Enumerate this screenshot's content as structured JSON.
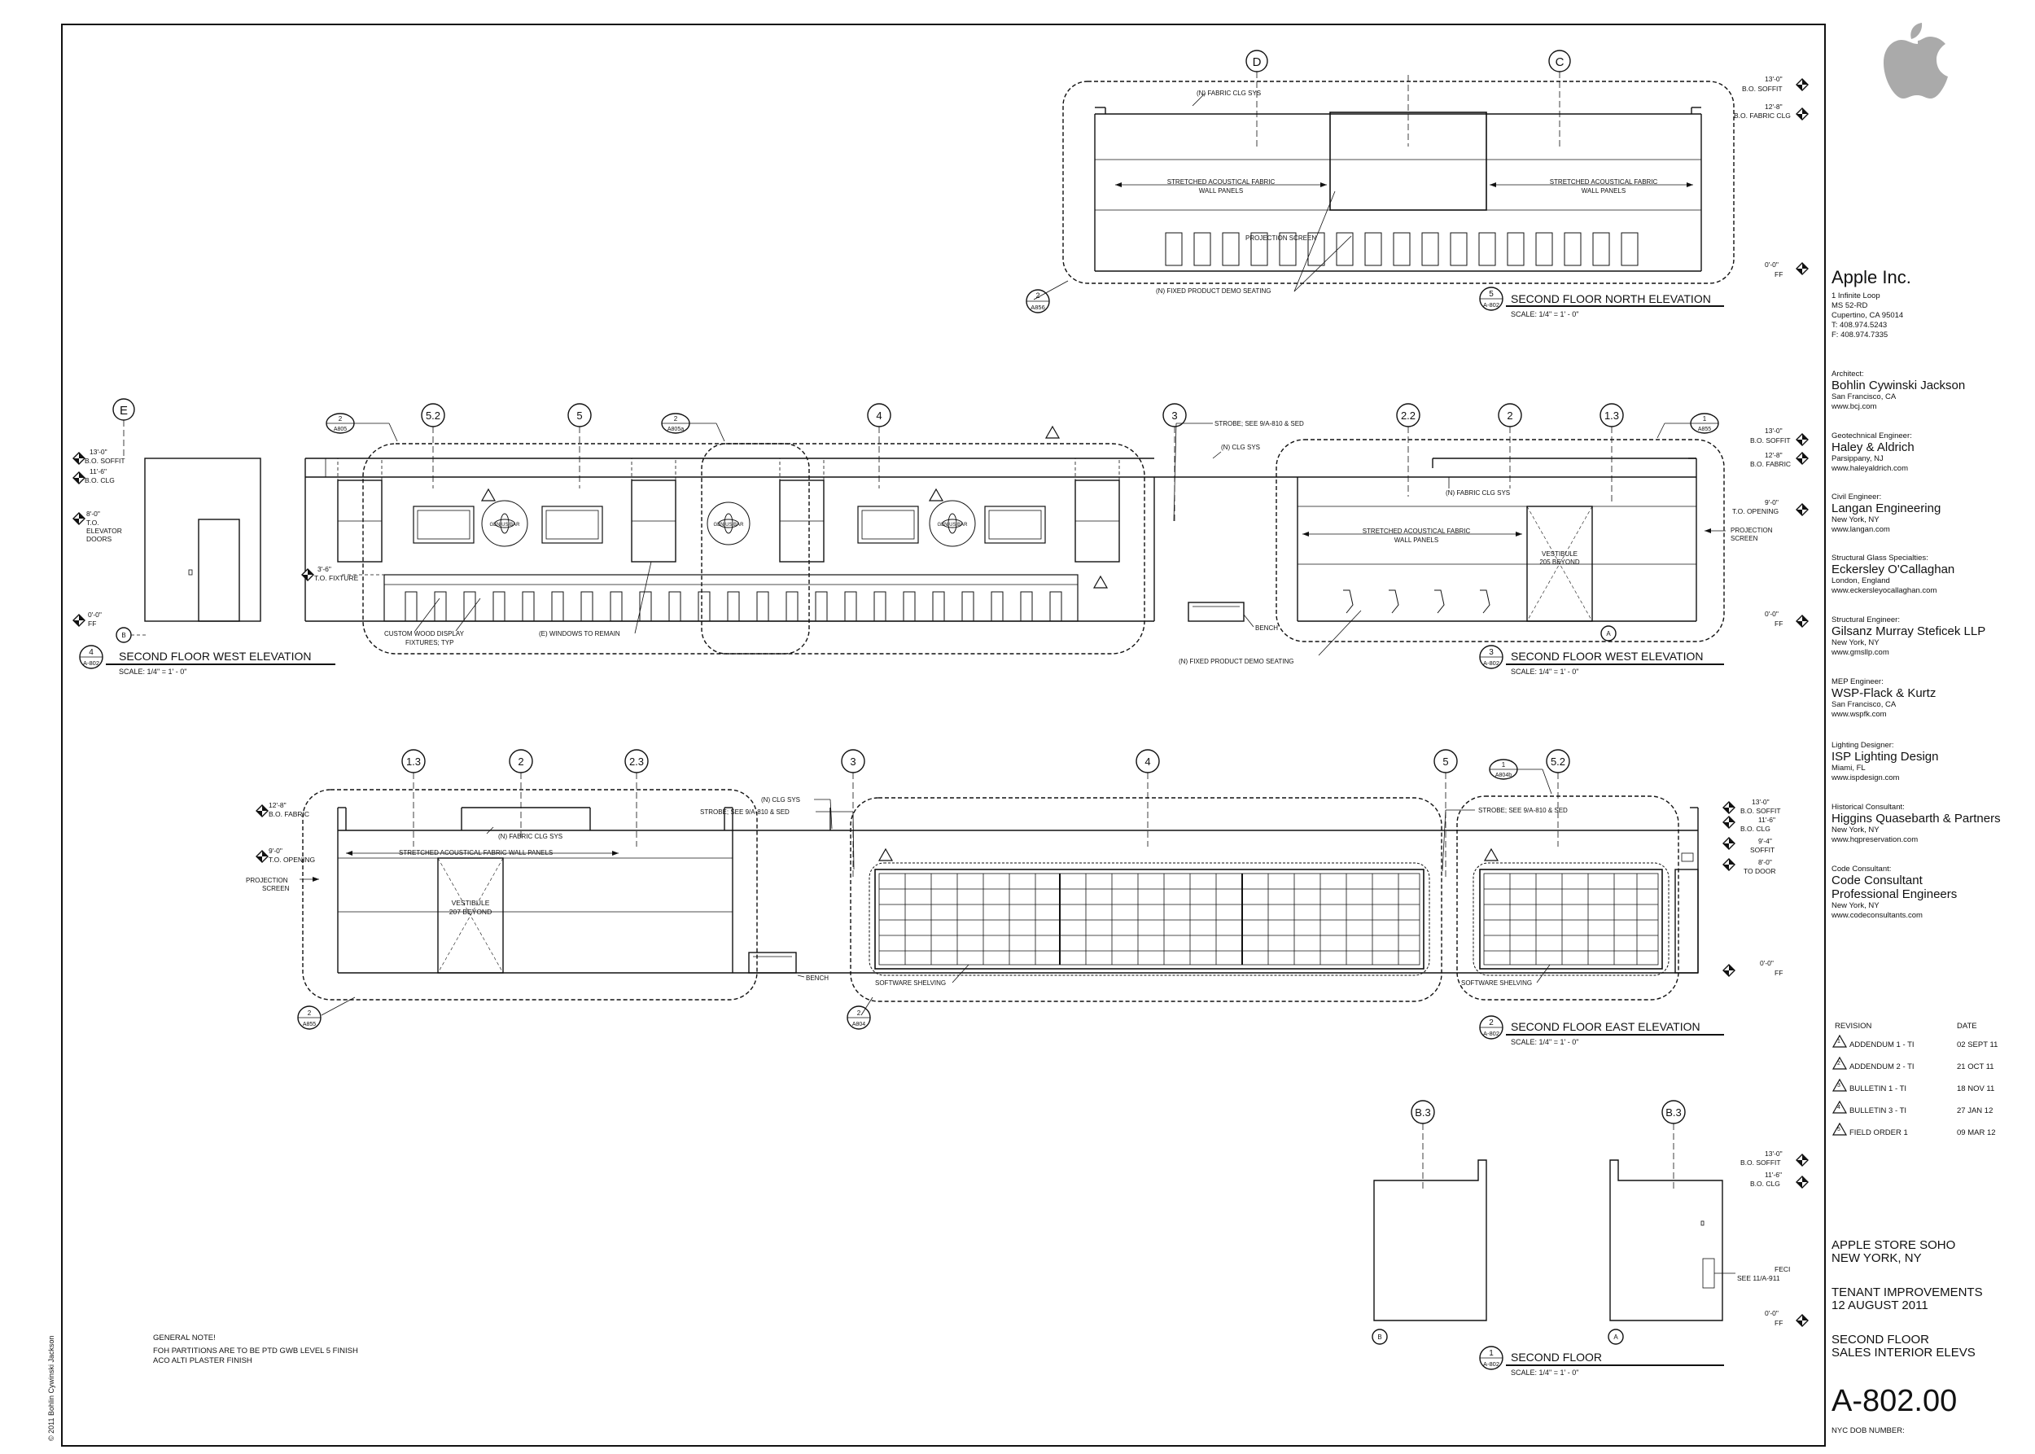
{
  "copyright": "© 2011 Bohlin Cywinski Jackson",
  "general_note": {
    "title": "GENERAL NOTE!",
    "lines": [
      "FOH PARTITIONS ARE TO BE PTD GWB LEVEL 5 FINISH",
      "ACO ALTI PLASTER FINISH"
    ]
  },
  "logo": "apple-logo-icon",
  "owner": {
    "name": "Apple Inc.",
    "lines": [
      "1 Infinite Loop",
      "MS 52-RD",
      "Cupertino, CA 95014",
      "T: 408.974.5243",
      "F: 408.974.7335"
    ]
  },
  "consultants": [
    {
      "role": "Architect:",
      "firm": [
        "Bohlin Cywinski Jackson"
      ],
      "city": "San Francisco, CA",
      "web": "www.bcj.com"
    },
    {
      "role": "Geotechnical Engineer:",
      "firm": [
        "Haley & Aldrich"
      ],
      "city": "Parsippany, NJ",
      "web": "www.haleyaldrich.com"
    },
    {
      "role": "Civil Engineer:",
      "firm": [
        "Langan Engineering"
      ],
      "city": "New York, NY",
      "web": "www.langan.com"
    },
    {
      "role": "Structural Glass Specialties:",
      "firm": [
        "Eckersley O'Callaghan"
      ],
      "city": "London, England",
      "web": "www.eckersleyocallaghan.com"
    },
    {
      "role": "Structural Engineer:",
      "firm": [
        "Gilsanz Murray Steficek LLP"
      ],
      "city": "New York, NY",
      "web": "www.gmsllp.com"
    },
    {
      "role": "MEP Engineer:",
      "firm": [
        "WSP-Flack & Kurtz"
      ],
      "city": "San Francisco, CA",
      "web": "www.wspfk.com"
    },
    {
      "role": "Lighting Designer:",
      "firm": [
        "ISP Lighting Design"
      ],
      "city": "Miami, FL",
      "web": "www.ispdesign.com"
    },
    {
      "role": "Historical Consultant:",
      "firm": [
        "Higgins Quasebarth & Partners"
      ],
      "city": "New York, NY",
      "web": "www.hqpreservation.com"
    },
    {
      "role": "Code Consultant:",
      "firm": [
        "Code Consultant",
        "Professional Engineers"
      ],
      "city": "New York, NY",
      "web": "www.codeconsultants.com"
    }
  ],
  "revisions": {
    "header": [
      "REVISION",
      "DATE"
    ],
    "rows": [
      {
        "num": "1",
        "label": "ADDENDUM 1 - TI",
        "date": "02 SEPT 11"
      },
      {
        "num": "2",
        "label": "ADDENDUM 2 - TI",
        "date": "21 OCT 11"
      },
      {
        "num": "3",
        "label": "BULLETIN 1 - TI",
        "date": "18 NOV 11"
      },
      {
        "num": "4",
        "label": "BULLETIN 3 - TI",
        "date": "27 JAN 12"
      },
      {
        "num": "5",
        "label": "FIELD ORDER 1",
        "date": "09 MAR 12"
      }
    ]
  },
  "project": {
    "name": [
      "APPLE STORE SOHO",
      "NEW YORK, NY"
    ],
    "phase": [
      "TENANT IMPROVEMENTS",
      "12 AUGUST 2011"
    ],
    "sheet_title": [
      "SECOND FLOOR",
      "SALES INTERIOR ELEVS"
    ],
    "sheet_number": "A-802.00",
    "dob_label": "NYC DOB NUMBER:"
  },
  "drawings": {
    "north": {
      "num": "5",
      "sheet": "A-802",
      "title": "SECOND FLOOR NORTH ELEVATION",
      "scale": "SCALE: 1/4\" = 1' - 0\"",
      "grids": [
        "D",
        "C"
      ],
      "levels": [
        {
          "dim": "13'-0\"",
          "label": "B.O. SOFFIT"
        },
        {
          "dim": "12'-8\"",
          "label": "B.O. FABRIC CLG"
        },
        {
          "dim": "0'-0\"",
          "label": "FF"
        }
      ],
      "notes": {
        "ceiling": "(N) FABRIC CLG SYS",
        "panels_left": [
          "STRETCHED ACOUSTICAL FABRIC",
          "WALL PANELS"
        ],
        "panels_right": [
          "STRETCHED ACOUSTICAL FABRIC",
          "WALL PANELS"
        ],
        "screen": "PROJECTION SCREEN",
        "seating": "(N) FIXED PRODUCT DEMO SEATING"
      },
      "detail": {
        "num": "2",
        "sheet": "A856"
      }
    },
    "west4": {
      "num": "4",
      "sheet": "A-802",
      "title": "SECOND FLOOR WEST ELEVATION",
      "scale": "SCALE: 1/4\" = 1' - 0\"",
      "grid_e": "E",
      "grid_b": "B",
      "grids": [
        "5.2",
        "5",
        "4",
        "3"
      ],
      "levels": [
        {
          "dim": "13'-0\"",
          "label": "B.O. SOFFIT"
        },
        {
          "dim": "11'-6\"",
          "label": "B.O. CLG"
        },
        {
          "dim": "8'-0\"",
          "label": "T.O. ELEVATOR DOORS"
        },
        {
          "dim": "3'-6\"",
          "label": "T.O. FIXTURE"
        },
        {
          "dim": "0'-0\"",
          "label": "FF"
        }
      ],
      "notes": {
        "strobe": "STROBE; SEE 9/A-810 & SED",
        "ceiling": "(N) CLG SYS",
        "fixtures": [
          "CUSTOM WOOD DISPLAY",
          "FIXTURES; TYP"
        ],
        "windows": "(E) WINDOWS TO REMAIN",
        "bench": "BENCH",
        "seating": "(N) FIXED PRODUCT DEMO SEATING",
        "sign": "GENIUS BAR"
      },
      "details": [
        {
          "num": "2",
          "sheet": "A805"
        },
        {
          "num": "2",
          "sheet": "A805a"
        }
      ]
    },
    "west3": {
      "num": "3",
      "sheet": "A-802",
      "title": "SECOND FLOOR WEST ELEVATION",
      "scale": "SCALE: 1/4\" = 1' - 0\"",
      "grids": [
        "2.2",
        "2",
        "1.3"
      ],
      "grid_a": "A",
      "levels": [
        {
          "dim": "13'-0\"",
          "label": "B.O. SOFFIT"
        },
        {
          "dim": "12'-8\"",
          "label": "B.O. FABRIC"
        },
        {
          "dim": "9'-0\"",
          "label": "T.O. OPENING"
        },
        {
          "dim": "0'-0\"",
          "label": "FF"
        }
      ],
      "notes": {
        "ceiling": "(N) FABRIC CLG SYS",
        "panels": [
          "STRETCHED ACOUSTICAL FABRIC",
          "WALL PANELS"
        ],
        "vestibule": [
          "VESTIBULE",
          "205 BEYOND"
        ],
        "screen": [
          "PROJECTION",
          "SCREEN"
        ]
      },
      "detail": {
        "num": "1",
        "sheet": "A855"
      }
    },
    "east": {
      "num": "2",
      "sheet": "A-802",
      "title": "SECOND FLOOR EAST ELEVATION",
      "scale": "SCALE: 1/4\" = 1' - 0\"",
      "grids": [
        "1.3",
        "2",
        "2.3",
        "3",
        "4",
        "5",
        "5.2"
      ],
      "levels_left": [
        {
          "dim": "12'-8\"",
          "label": "B.O. FABRIC"
        },
        {
          "dim": "9'-0\"",
          "label": "T.O. OPENING"
        }
      ],
      "levels_right": [
        {
          "dim": "13'-0\"",
          "label": "B.O. SOFFIT"
        },
        {
          "dim": "11'-6\"",
          "label": "B.O. CLG"
        },
        {
          "dim": "9'-4\"",
          "label": "SOFFIT"
        },
        {
          "dim": "8'-0\"",
          "label": "TO DOOR"
        },
        {
          "dim": "0'-0\"",
          "label": "FF"
        }
      ],
      "notes": {
        "ceiling_fabric": "(N) FABRIC CLG SYS",
        "panels": "STRETCHED ACOUSTICAL FABRIC WALL PANELS",
        "vestibule": [
          "VESTIBULE",
          "207 BEYOND"
        ],
        "screen": [
          "PROJECTION",
          "SCREEN"
        ],
        "bench": "BENCH",
        "strobe": "STROBE; SEE 9/A-810 & SED",
        "ceiling": "(N) CLG SYS",
        "shelving": "SOFTWARE SHELVING"
      },
      "details": [
        {
          "num": "2",
          "sheet": "A855"
        },
        {
          "num": "2",
          "sheet": "A804"
        },
        {
          "num": "1",
          "sheet": "A804b"
        }
      ]
    },
    "floor1": {
      "num": "1",
      "sheet": "A-802",
      "title": "SECOND FLOOR",
      "scale": "SCALE: 1/4\" = 1' - 0\"",
      "grids": [
        "B.3",
        "B.3"
      ],
      "grid_b": "B",
      "grid_a": "A",
      "levels": [
        {
          "dim": "13'-0\"",
          "label": "B.O. SOFFIT"
        },
        {
          "dim": "11'-6\"",
          "label": "B.O. CLG"
        },
        {
          "dim": "0'-0\"",
          "label": "FF"
        }
      ],
      "notes": {
        "feci": [
          "FECI",
          "SEE 11/A-911"
        ]
      }
    }
  }
}
